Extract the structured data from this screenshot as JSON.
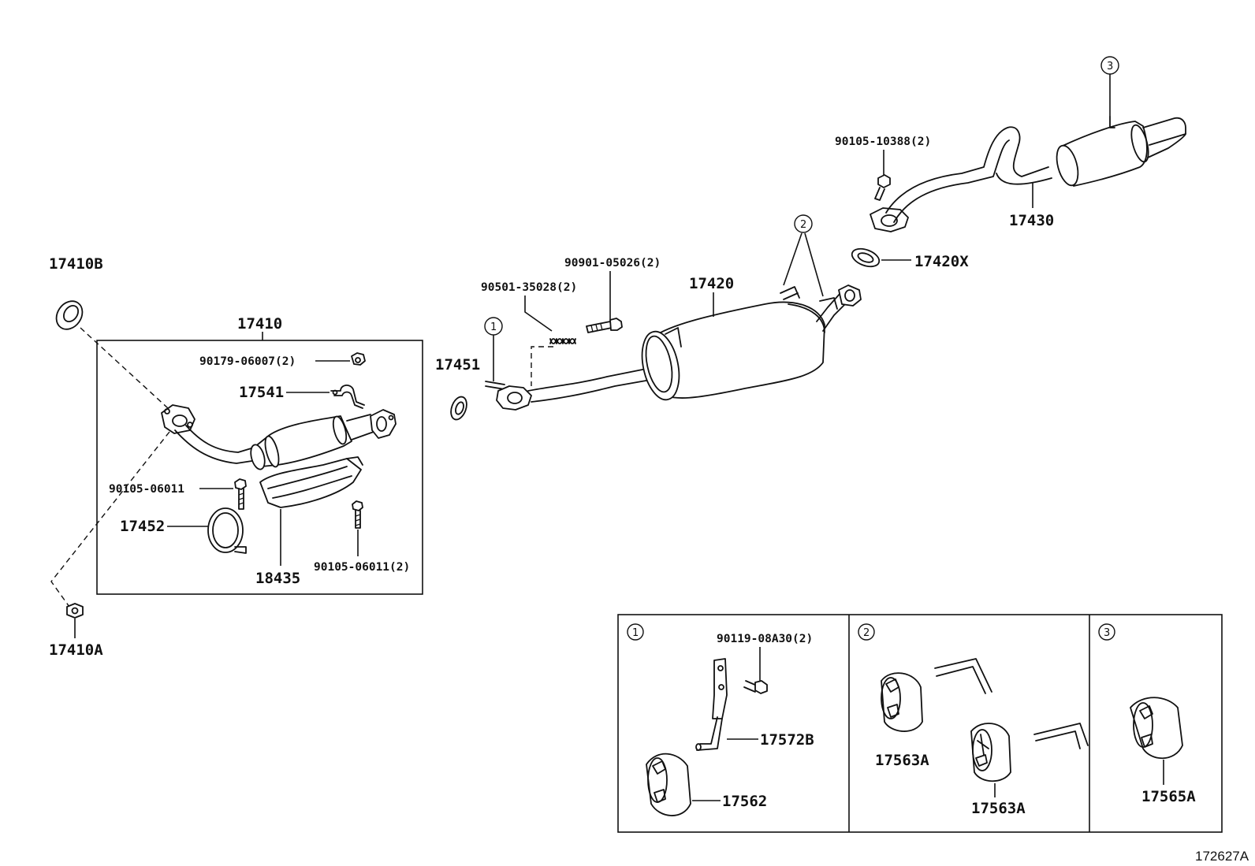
{
  "parts": {
    "p17410B": "17410B",
    "p17410": "17410",
    "p90179": "90179-06007(2)",
    "p17541": "17541",
    "p90105_06011": "90105-06011",
    "p17452": "17452",
    "p18435": "18435",
    "p90105_06011_2": "90105-06011(2)",
    "p17410A": "17410A",
    "p17451": "17451",
    "p90501": "90501-35028(2)",
    "p90901": "90901-05026(2)",
    "p17420": "17420",
    "p17420X": "17420X",
    "p90105_10388": "90105-10388(2)",
    "p17430": "17430",
    "p90119": "90119-08A30(2)",
    "p17572B": "17572B",
    "p17562": "17562",
    "p17563A_a": "17563A",
    "p17563A_b": "17563A",
    "p17565A": "17565A"
  },
  "callouts": {
    "c1": "1",
    "c2": "2",
    "c3": "3",
    "c1_inset": "1",
    "c2_inset": "2",
    "c3_inset": "3"
  },
  "catalog_number": "172627A"
}
